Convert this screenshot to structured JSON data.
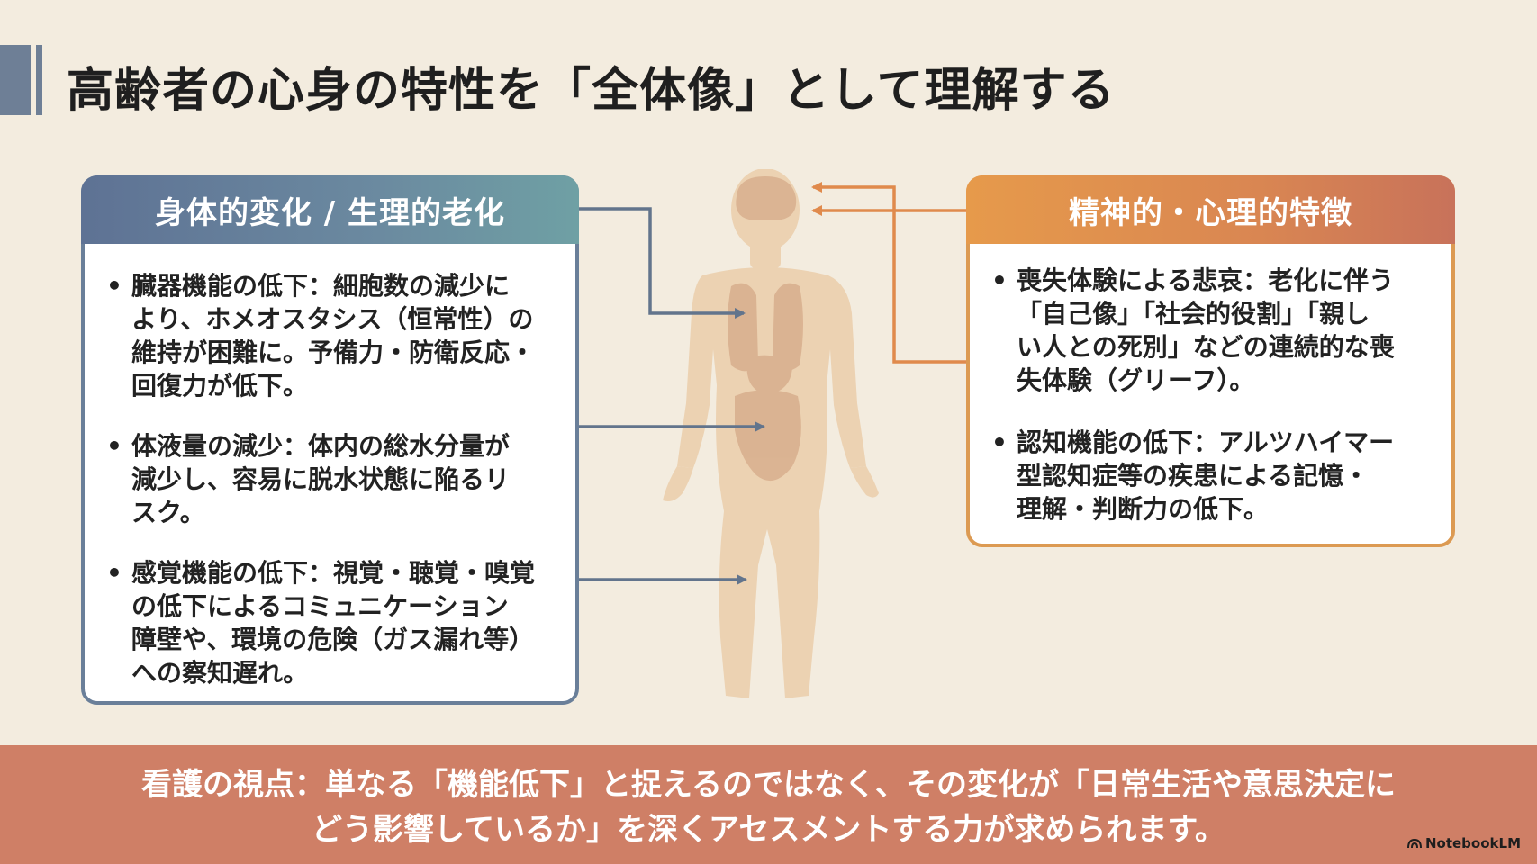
{
  "title": "高齢者の心身の特性を「全体像」として理解する",
  "left_panel": {
    "heading": "身体的変化 / 生理的老化",
    "bullets": [
      {
        "lines": [
          "臓器機能の低下：細胞数の減少に",
          "より、ホメオスタシス（恒常性）の",
          "維持が困難に。予備力・防衛反応・",
          "回復力が低下。"
        ]
      },
      {
        "lines": [
          "体液量の減少：体内の総水分量が",
          "減少し、容易に脱水状態に陥るリ",
          "スク。"
        ]
      },
      {
        "lines": [
          "感覚機能の低下：視覚・聴覚・嗅覚",
          "の低下によるコミュニケーション",
          "障壁や、環境の危険（ガス漏れ等）",
          "への察知遅れ。"
        ]
      }
    ]
  },
  "right_panel": {
    "heading": "精神的・心理的特徴",
    "bullets": [
      {
        "lines": [
          "喪失体験による悲哀：老化に伴う",
          "「自己像」「社会的役割」「親し",
          "い人との死別」などの連続的な喪",
          "失体験（グリーフ）。"
        ]
      },
      {
        "lines": [
          "認知機能の低下：アルツハイマー",
          "型認知症等の疾患による記憶・",
          "理解・判断力の低下。"
        ]
      }
    ]
  },
  "footer": {
    "line1": "看護の視点：単なる「機能低下」と捉えるのではなく、その変化が「日常生活や意思決定に",
    "line2": "どう影響しているか」を深くアセスメントする力が求められます。"
  },
  "brand": "NotebookLM",
  "colors": {
    "background": "#f3ecdf",
    "left_accent": "#6a7f99",
    "right_accent": "#dc9a52",
    "footer": "#cf7f66",
    "body": "#ecd2b2"
  }
}
